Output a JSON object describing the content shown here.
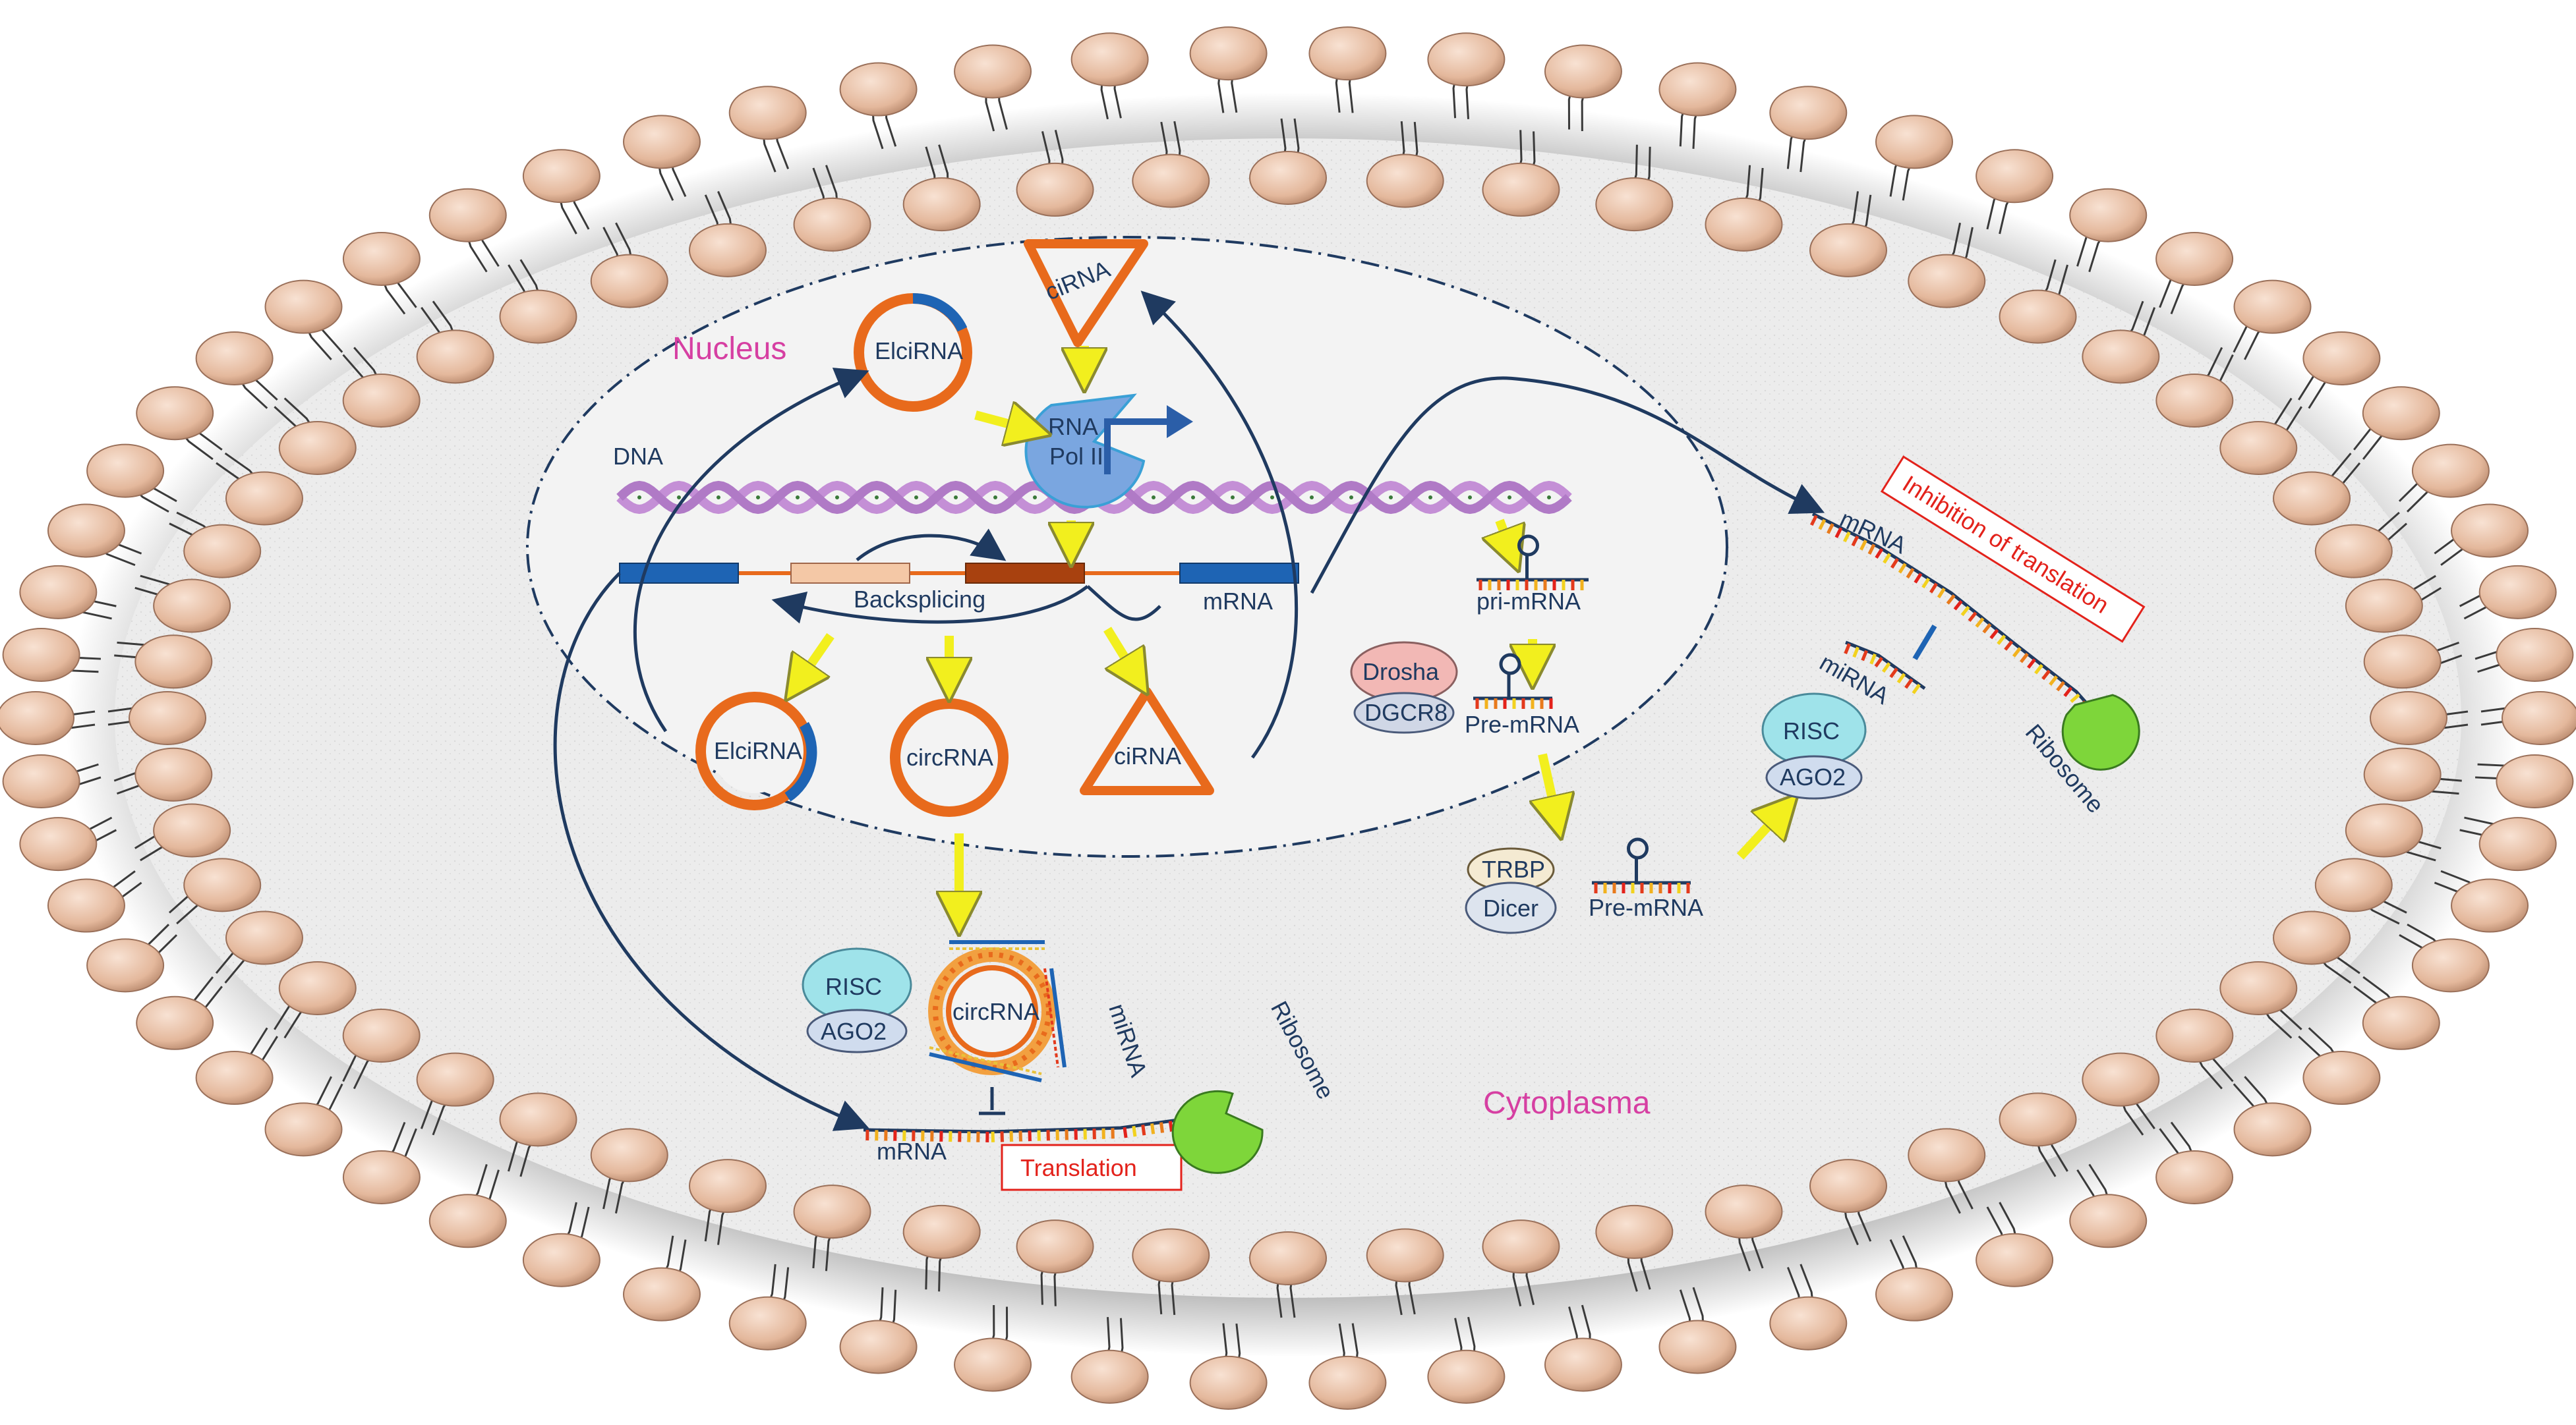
{
  "compartments": {
    "nucleus": "Nucleus",
    "cytoplasm": "Cytoplasma"
  },
  "labels": {
    "dna": "DNA",
    "backsplicing": "Backsplicing",
    "mrna_gene": "mRNA",
    "rna_pol": "RNA",
    "rna_pol_2": "Pol II",
    "elcirna_top": "ElciRNA",
    "elcirna_bottom": "ElciRNA",
    "circrna_nucleus": "circRNA",
    "cirna_bottom": "ciRNA",
    "cirna_top": "ciRNA",
    "circrna_cyto": "circRNA",
    "mirna_sponge": "miRNA",
    "risc_left": "RISC",
    "ago2_left": "AGO2",
    "mrna_bottom": "mRNA",
    "translation": "Translation",
    "ribosome_bottom": "Ribosome",
    "pri_mrna": "pri-mRNA",
    "drosha": "Drosha",
    "dgcr8": "DGCR8",
    "pre_mrna_1": "Pre-mRNA",
    "trbp": "TRBP",
    "dicer": "Dicer",
    "pre_mrna_2": "Pre-mRNA",
    "risc_right": "RISC",
    "ago2_right": "AGO2",
    "mirna_right": "miRNA",
    "mrna_right": "mRNA",
    "inhibition": "Inhibition of translation",
    "ribosome_right": "Ribosome"
  },
  "colors": {
    "membrane_head": "#e8c2a8",
    "cytoplasm": "#ebebeb",
    "nucleus": "#f2f2f2",
    "dna": "#c48fd6",
    "arrow_dark": "#1f3a60",
    "arrow_yellow": "#f2ef1e",
    "orange": "#e86a1c",
    "risc": "#9fe3ea",
    "ribosome": "#7ed63a",
    "drosha": "#f2b8b5",
    "red_text": "#e3221b"
  }
}
